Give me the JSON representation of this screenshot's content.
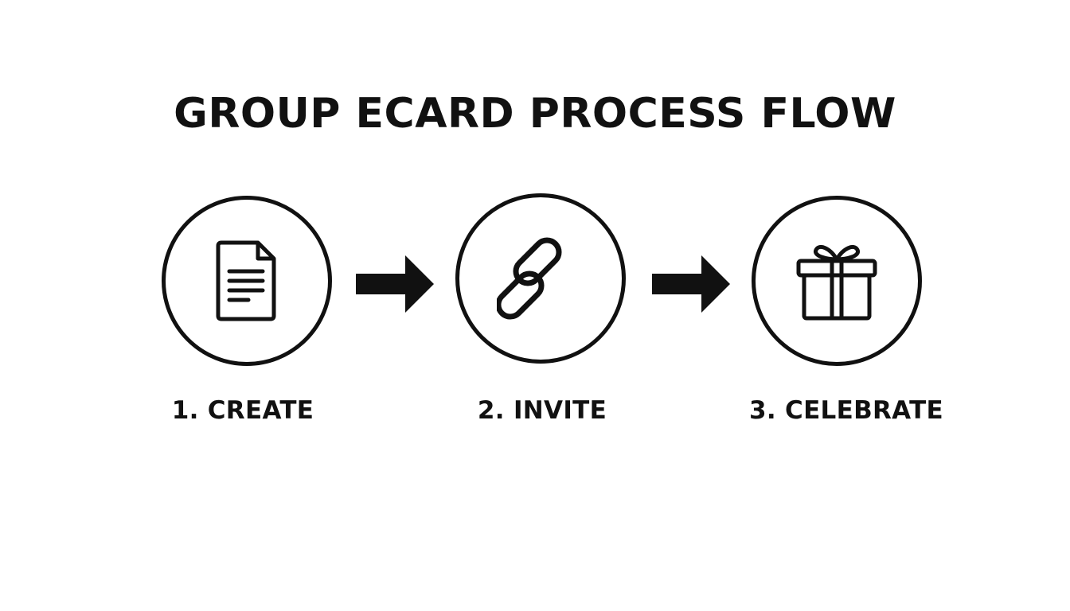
{
  "title": "GROUP ECARD PROCESS FLOW",
  "steps": [
    {
      "label": "1. CREATE",
      "icon": "document-icon"
    },
    {
      "label": "2. INVITE",
      "icon": "link-icon"
    },
    {
      "label": "3. CELEBRATE",
      "icon": "gift-icon"
    }
  ],
  "connectors": [
    "arrow-right-icon",
    "arrow-right-icon"
  ],
  "colors": {
    "background": "#ffffff",
    "foreground": "#111111"
  }
}
